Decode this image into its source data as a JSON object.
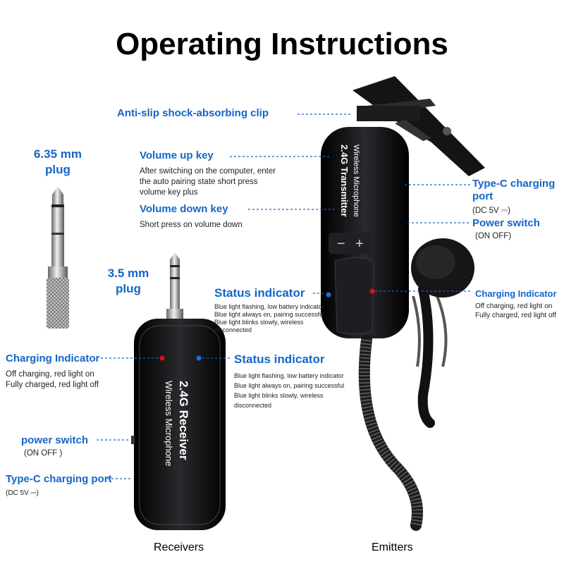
{
  "title": "Operating Instructions",
  "plug_635": "6.35 mm\nplug",
  "plug_35": "3.5 mm\nplug",
  "receiver": {
    "device_text_main": "2.4G Receiver",
    "device_text_sub": "Wireless Microphone",
    "charging_indicator": {
      "label": "Charging Indicator",
      "desc": "Off charging, red light on\nFully charged, red light off"
    },
    "status_indicator": {
      "label": "Status indicator",
      "desc": "Blue light flashing, low battery indicator\nBlue light always on, pairing successful\nBlue light blinks slowly, wireless\ndisconnected"
    },
    "power_switch": {
      "label": "power switch",
      "desc": "(ON  OFF )"
    },
    "type_c": {
      "label": "Type-C charging port",
      "desc": "(DC 5V ⎓)"
    },
    "caption": "Receivers"
  },
  "emitter": {
    "device_text_main": "2.4G Transmitter",
    "device_text_sub": "Wireless Microphone",
    "clip": {
      "label": "Anti-slip shock-absorbing clip"
    },
    "volume_up": {
      "label": "Volume up key",
      "desc": "After switching on the computer, enter\nthe auto pairing state short press\nvolume key plus"
    },
    "volume_down": {
      "label": "Volume down key",
      "desc": "Short press on volume down"
    },
    "status_indicator": {
      "label": "Status indicator",
      "desc": "Blue light flashing, low battery indicator\nBlue light always on, pairing successful\nBlue light blinks slowly, wireless\ndisconnected"
    },
    "type_c": {
      "label": "Type-C charging\nport",
      "desc": "(DC 5V ⎓)"
    },
    "power_switch": {
      "label": "Power switch",
      "desc": "(ON  OFF)"
    },
    "charging_indicator": {
      "label": "Charging Indicator",
      "desc": "Off charging, red light on\nFully charged, red light off"
    },
    "caption": "Emitters"
  },
  "colors": {
    "label_blue": "#1466c8",
    "device_black": "#0d0d0f",
    "led_red": "#e01010",
    "led_blue": "#1a6fe0"
  }
}
